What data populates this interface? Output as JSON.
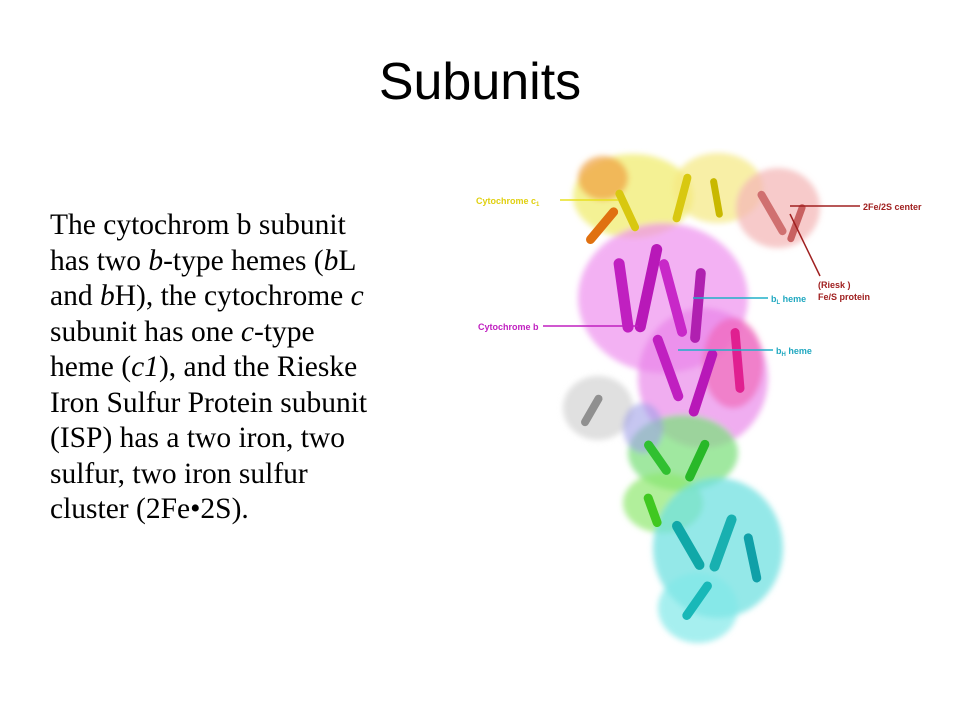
{
  "slide": {
    "title": "Subunits",
    "body_lines": [
      [
        {
          "t": "The cytochrom b subunit"
        }
      ],
      [
        {
          "t": "has two "
        },
        {
          "t": "b",
          "i": true
        },
        {
          "t": "-type hemes ("
        },
        {
          "t": "b",
          "i": true
        },
        {
          "t": "L"
        }
      ],
      [
        {
          "t": "and "
        },
        {
          "t": "b",
          "i": true
        },
        {
          "t": "H), the cytochrome "
        },
        {
          "t": "c",
          "i": true
        }
      ],
      [
        {
          "t": "subunit has one "
        },
        {
          "t": "c",
          "i": true
        },
        {
          "t": "-type"
        }
      ],
      [
        {
          "t": "heme ("
        },
        {
          "t": "c1",
          "i": true
        },
        {
          "t": "), and the Rieske"
        }
      ],
      [
        {
          "t": "Iron Sulfur Protein subunit"
        }
      ],
      [
        {
          "t": "(ISP) has a two iron, two"
        }
      ],
      [
        {
          "t": "sulfur, two iron sulfur"
        }
      ],
      [
        {
          "t": "cluster (2Fe•2S)."
        }
      ]
    ],
    "figure_labels": {
      "cytochrome_c1": "Cytochrome c",
      "cytochrome_c1_sub": "1",
      "center_2fe2s": "2Fe/2S center",
      "riesk": "(Riesk )",
      "fes_protein": "Fe/S protein",
      "bl_heme_b": "b",
      "bl_heme_sub": "L",
      "bl_heme_rest": " heme",
      "cytochrome_b": "Cytochrome b",
      "bh_heme_b": "b",
      "bh_heme_sub": "H",
      "bh_heme_rest": " heme"
    },
    "colors": {
      "cytochrome_c1": "#e8e020",
      "cytochrome_b": "#c020c0",
      "iron_sulfur": "#a02020",
      "heme_lines": "#20b0c8",
      "green_subunit": "#40d040",
      "cyan_subunit": "#20c8c8"
    }
  }
}
